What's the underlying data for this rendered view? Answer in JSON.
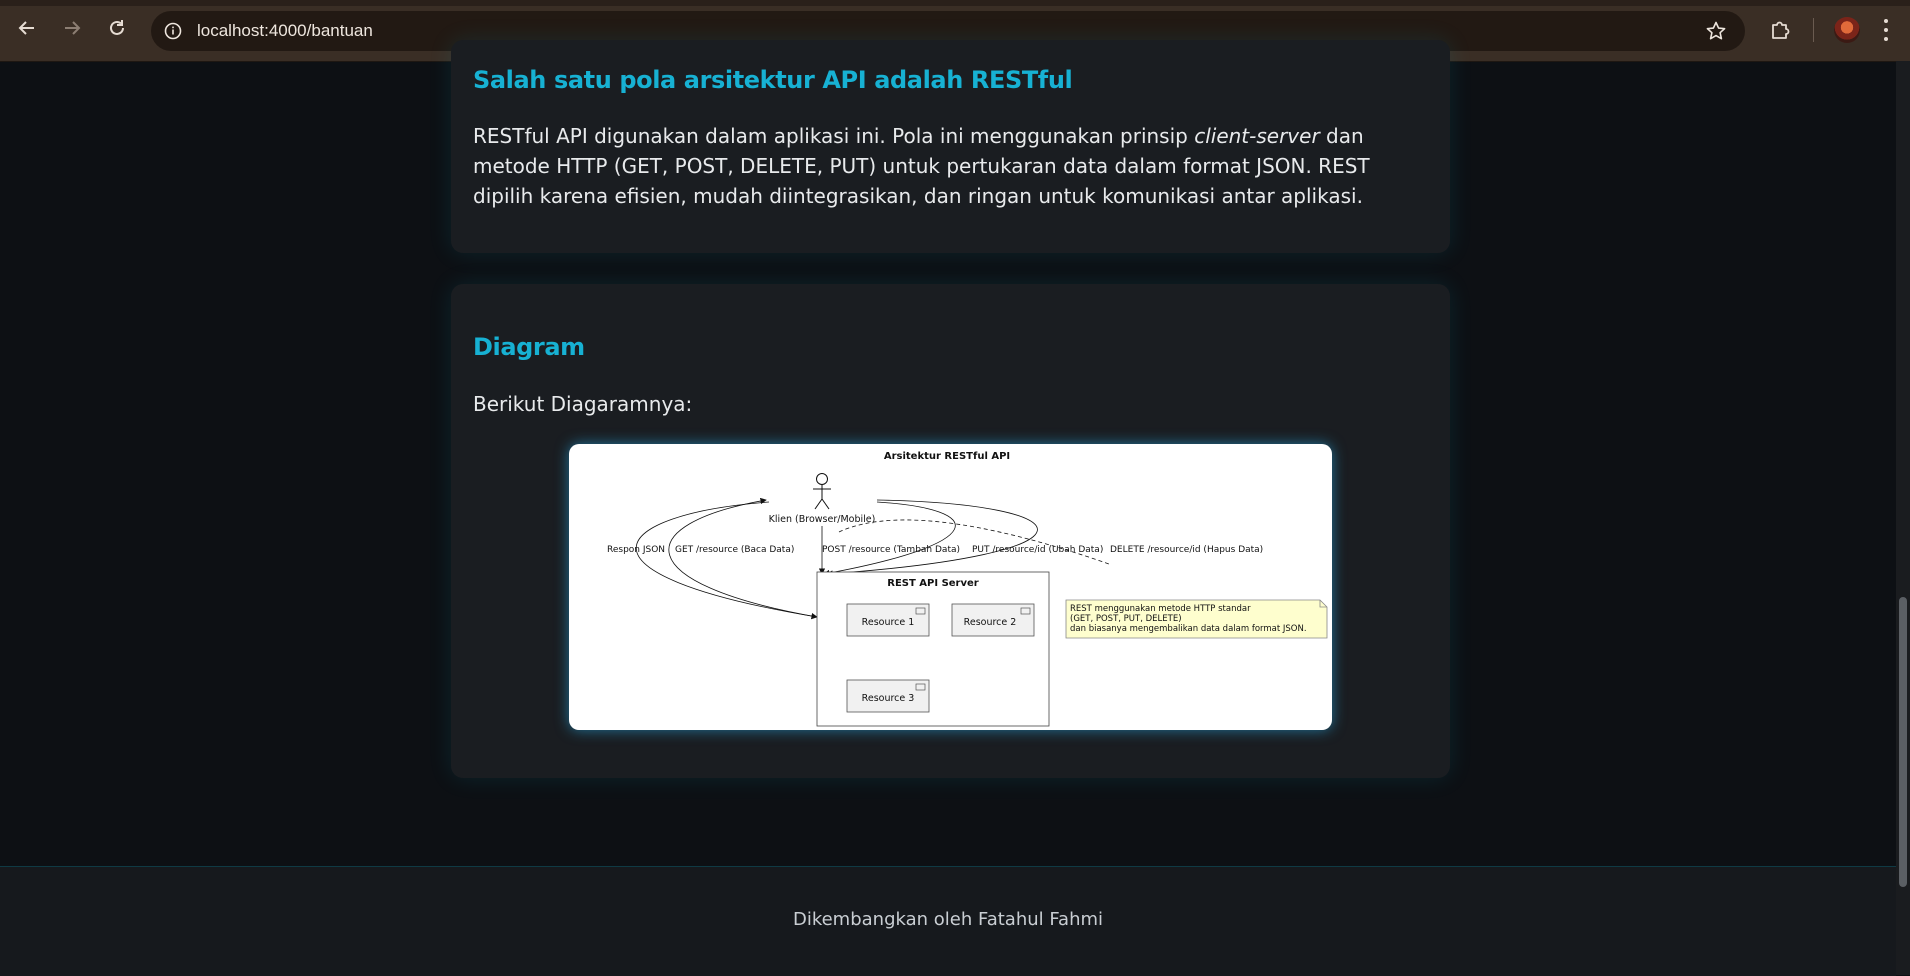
{
  "browser": {
    "url": "localhost:4000/bantuan",
    "icons": {
      "back": "arrow-left-icon",
      "forward": "arrow-right-icon",
      "reload": "reload-icon",
      "info": "info-icon",
      "bookmark": "star-icon",
      "extensions": "puzzle-icon",
      "profile": "avatar-icon",
      "menu": "kebab-menu-icon"
    }
  },
  "section_rest": {
    "title": "Salah satu pola arsitektur API adalah RESTful",
    "text_before": "RESTful API digunakan dalam aplikasi ini. Pola ini menggunakan prinsip ",
    "text_em": "client-server",
    "text_after": " dan metode HTTP (GET, POST, DELETE, PUT) untuk pertukaran data dalam format JSON. REST dipilih karena efisien, mudah diintegrasikan, dan ringan untuk komunikasi antar aplikasi."
  },
  "section_diagram": {
    "title": "Diagram",
    "intro": "Berikut Diagaramnya:"
  },
  "diagram": {
    "title": "Arsitektur RESTful API",
    "actor": "Klien (Browser/Mobile)",
    "server": "REST API Server",
    "resources": [
      "Resource 1",
      "Resource 2",
      "Resource 3"
    ],
    "edges": [
      "Respon JSON",
      "GET /resource (Baca Data)",
      "POST /resource (Tambah Data)",
      "PUT /resource/id (Ubah Data)",
      "DELETE /resource/id (Hapus Data)"
    ],
    "note": [
      "REST menggunakan metode HTTP standar",
      "(GET, POST, PUT, DELETE)",
      "dan biasanya mengembalikan data dalam format JSON."
    ]
  },
  "footer": {
    "credit": "Dikembangkan oleh Fatahul Fahmi"
  },
  "colors": {
    "accent": "#17b1d3",
    "page_bg": "#0d1014",
    "card_bg": "#1a1d21",
    "chrome_bg": "#3a2e25",
    "note_bg": "#fefece"
  }
}
